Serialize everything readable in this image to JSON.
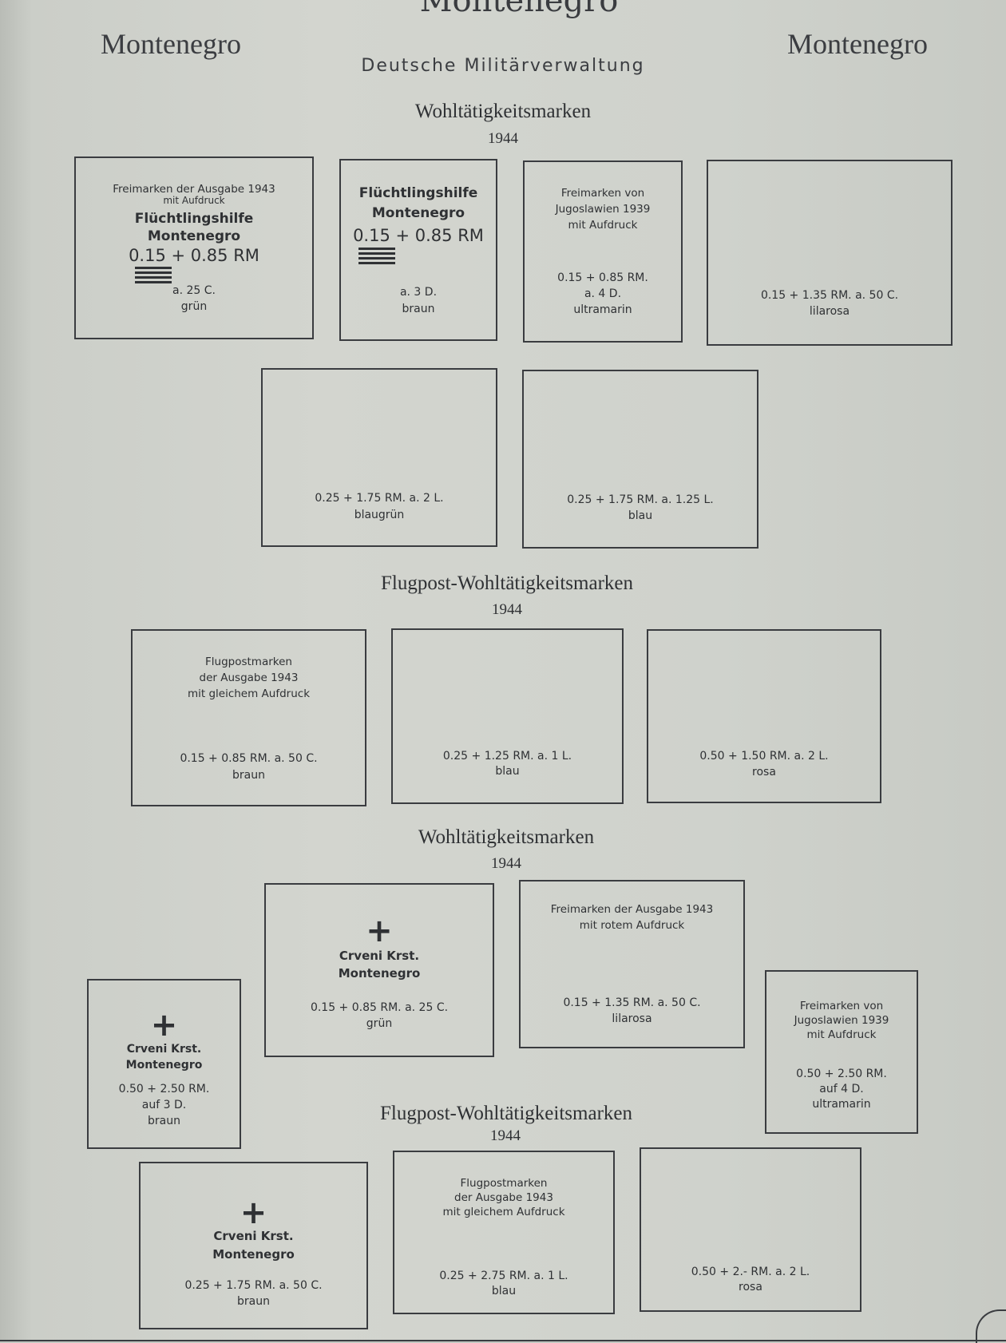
{
  "page": {
    "top_title": "Montenegro",
    "left_title": "Montenegro",
    "right_title": "Montenegro",
    "subtitle": "Deutsche Militärverwaltung"
  },
  "section1": {
    "heading": "Wohltätigkeitsmarken",
    "year": "1944",
    "boxes": [
      {
        "note1": "Freimarken der Ausgabe 1943",
        "note2": "mit Aufdruck",
        "ovp1": "Flüchtlingshilfe",
        "ovp2": "Montenegro",
        "ovp_val": "0.15 + 0.85 RM",
        "b1": "a. 25 C.",
        "b2": "grün"
      },
      {
        "ovp1": "Flüchtlingshilfe",
        "ovp2": "Montenegro",
        "ovp_val": "0.15 + 0.85 RM",
        "b1": "a. 3 D.",
        "b2": "braun"
      },
      {
        "note1": "Freimarken von",
        "note2": "Jugoslawien 1939",
        "note3": "mit Aufdruck",
        "b1": "0.15 + 0.85 RM.",
        "b2": "a. 4 D.",
        "b3": "ultramarin"
      },
      {
        "b1": "0.15 + 1.35 RM. a. 50 C.",
        "b2": "lilarosa"
      },
      {
        "b1": "0.25 + 1.75 RM. a. 2 L.",
        "b2": "blaugrün"
      },
      {
        "b1": "0.25 + 1.75 RM. a. 1.25 L.",
        "b2": "blau"
      }
    ]
  },
  "section2": {
    "heading": "Flugpost-Wohltätigkeitsmarken",
    "year": "1944",
    "boxes": [
      {
        "note1": "Flugpostmarken",
        "note2": "der Ausgabe 1943",
        "note3": "mit gleichem Aufdruck",
        "b1": "0.15 + 0.85 RM. a. 50 C.",
        "b2": "braun"
      },
      {
        "b1": "0.25 + 1.25 RM. a. 1 L.",
        "b2": "blau"
      },
      {
        "b1": "0.50 + 1.50 RM. a. 2 L.",
        "b2": "rosa"
      }
    ]
  },
  "section3": {
    "heading": "Wohltätigkeitsmarken",
    "year": "1944",
    "boxes": [
      {
        "cross": "+",
        "rc1": "Crveni Krst.",
        "rc2": "Montenegro",
        "b1": "0.15 + 0.85 RM. a. 25 C.",
        "b2": "grün"
      },
      {
        "note1": "Freimarken der Ausgabe 1943",
        "note2": "mit rotem Aufdruck",
        "b1": "0.15 + 1.35 RM. a. 50 C.",
        "b2": "lilarosa"
      },
      {
        "cross": "+",
        "rc1": "Crveni Krst.",
        "rc2": "Montenegro",
        "b1": "0.50 + 2.50 RM.",
        "b2": "auf 3 D.",
        "b3": "braun"
      },
      {
        "note1": "Freimarken von",
        "note2": "Jugoslawien 1939",
        "note3": "mit Aufdruck",
        "b1": "0.50 + 2.50 RM.",
        "b2": "auf 4 D.",
        "b3": "ultramarin"
      }
    ]
  },
  "section4": {
    "heading": "Flugpost-Wohltätigkeitsmarken",
    "year": "1944",
    "boxes": [
      {
        "cross": "+",
        "rc1": "Crveni Krst.",
        "rc2": "Montenegro",
        "b1": "0.25 + 1.75 RM. a. 50 C.",
        "b2": "braun"
      },
      {
        "note1": "Flugpostmarken",
        "note2": "der Ausgabe 1943",
        "note3": "mit gleichem Aufdruck",
        "b1": "0.25 + 2.75 RM. a. 1 L.",
        "b2": "blau"
      },
      {
        "b1": "0.50 + 2.- RM. a. 2 L.",
        "b2": "rosa"
      }
    ]
  }
}
